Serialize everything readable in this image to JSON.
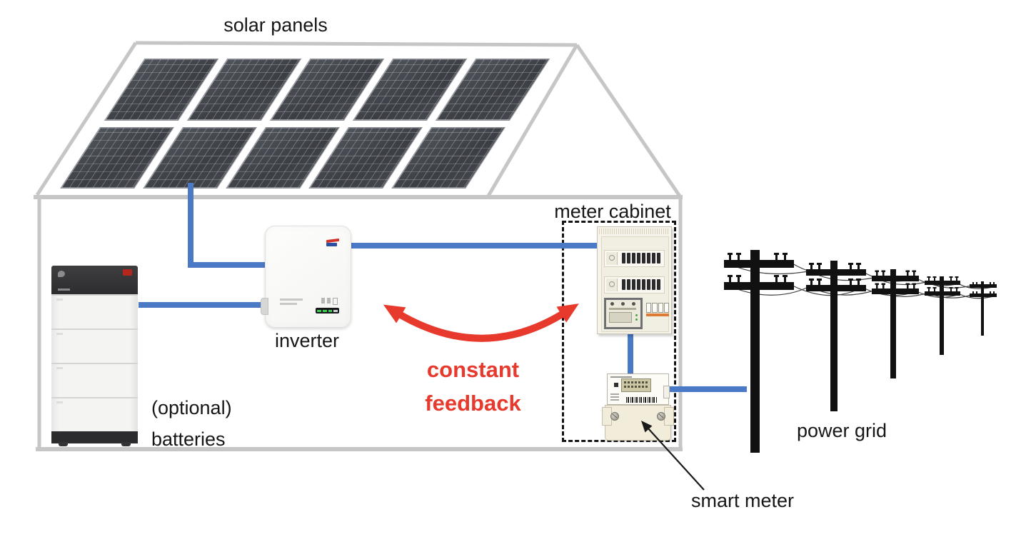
{
  "diagram": {
    "labels": {
      "solar_panels": "solar panels",
      "meter_cabinet": "meter cabinet",
      "inverter": "inverter",
      "batteries_line1": "(optional)",
      "batteries_line2": "batteries",
      "feedback_line1": "constant",
      "feedback_line2": "feedback",
      "power_grid": "power grid",
      "smart_meter": "smart meter"
    },
    "components": [
      {
        "id": "solar-panels",
        "label": "solar panels",
        "panel_rows": 2,
        "panel_columns": 5,
        "panel_count": 10
      },
      {
        "id": "batteries",
        "label": "(optional) batteries",
        "optional": true,
        "stacked_modules": 4
      },
      {
        "id": "inverter",
        "label": "inverter"
      },
      {
        "id": "meter-cabinet",
        "label": "meter cabinet",
        "contains": [
          "fuse-box",
          "smart-meter"
        ]
      },
      {
        "id": "smart-meter",
        "label": "smart meter"
      },
      {
        "id": "power-grid",
        "label": "power grid",
        "pole_count": 5
      }
    ],
    "connections": [
      {
        "from": "solar-panels",
        "to": "inverter",
        "style": "blue-line"
      },
      {
        "from": "batteries",
        "to": "inverter",
        "style": "blue-line"
      },
      {
        "from": "inverter",
        "to": "meter-cabinet",
        "style": "blue-line"
      },
      {
        "from": "meter-cabinet",
        "to": "smart-meter",
        "style": "blue-line"
      },
      {
        "from": "smart-meter",
        "to": "power-grid",
        "style": "blue-line"
      }
    ],
    "feedback_arrow": {
      "between": [
        "inverter",
        "meter-cabinet"
      ],
      "label": "constant feedback",
      "shape": "curved double-headed arrow"
    },
    "colors": {
      "connection_blue": "#4a79c6",
      "feedback_red": "#e7392c",
      "house_outline_gray": "#c6c6c6",
      "solar_panel_dark": "#3f424a",
      "pole_black": "#111111",
      "label_text": "#161616"
    }
  }
}
